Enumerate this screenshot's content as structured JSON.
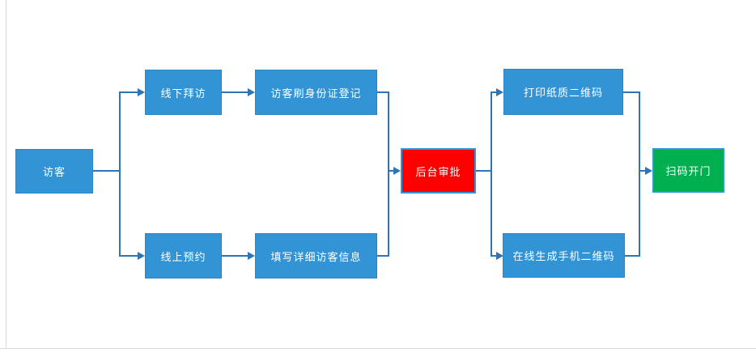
{
  "diagram": {
    "title": "visitor-access-flowchart",
    "nodes": [
      {
        "id": "visitor",
        "label": "访客",
        "shape": "rect",
        "color": "#3294d4"
      },
      {
        "id": "offline-visit",
        "label": "线下拜访",
        "shape": "rect",
        "color": "#3294d4"
      },
      {
        "id": "id-card-register",
        "label": "访客刷身份证登记",
        "shape": "rect",
        "color": "#3294d4"
      },
      {
        "id": "online-booking",
        "label": "线上预约",
        "shape": "rect",
        "color": "#3294d4"
      },
      {
        "id": "fill-visitor-info",
        "label": "填写详细访客信息",
        "shape": "rect",
        "color": "#3294d4"
      },
      {
        "id": "backend-approval",
        "label": "后台审批",
        "shape": "rect",
        "color": "#ff0000"
      },
      {
        "id": "print-paper-qrcode",
        "label": "打印纸质二维码",
        "shape": "rect",
        "color": "#3294d4"
      },
      {
        "id": "online-mobile-qrcode",
        "label": "在线生成手机二维码",
        "shape": "rect",
        "color": "#3294d4"
      },
      {
        "id": "scan-open-door",
        "label": "扫码开门",
        "shape": "rect",
        "color": "#00b050"
      }
    ],
    "edges": [
      {
        "from": "visitor",
        "to": "offline-visit"
      },
      {
        "from": "visitor",
        "to": "online-booking"
      },
      {
        "from": "offline-visit",
        "to": "id-card-register"
      },
      {
        "from": "online-booking",
        "to": "fill-visitor-info"
      },
      {
        "from": "id-card-register",
        "to": "backend-approval"
      },
      {
        "from": "fill-visitor-info",
        "to": "backend-approval"
      },
      {
        "from": "backend-approval",
        "to": "print-paper-qrcode"
      },
      {
        "from": "backend-approval",
        "to": "online-mobile-qrcode"
      },
      {
        "from": "print-paper-qrcode",
        "to": "scan-open-door"
      },
      {
        "from": "online-mobile-qrcode",
        "to": "scan-open-door"
      }
    ],
    "colors": {
      "node_blue": "#3294d4",
      "node_red": "#ff0000",
      "node_green": "#00b050",
      "connector": "#2e75b5",
      "node_text": "#ffffff",
      "canvas_edge": "#d9d9d9"
    }
  }
}
